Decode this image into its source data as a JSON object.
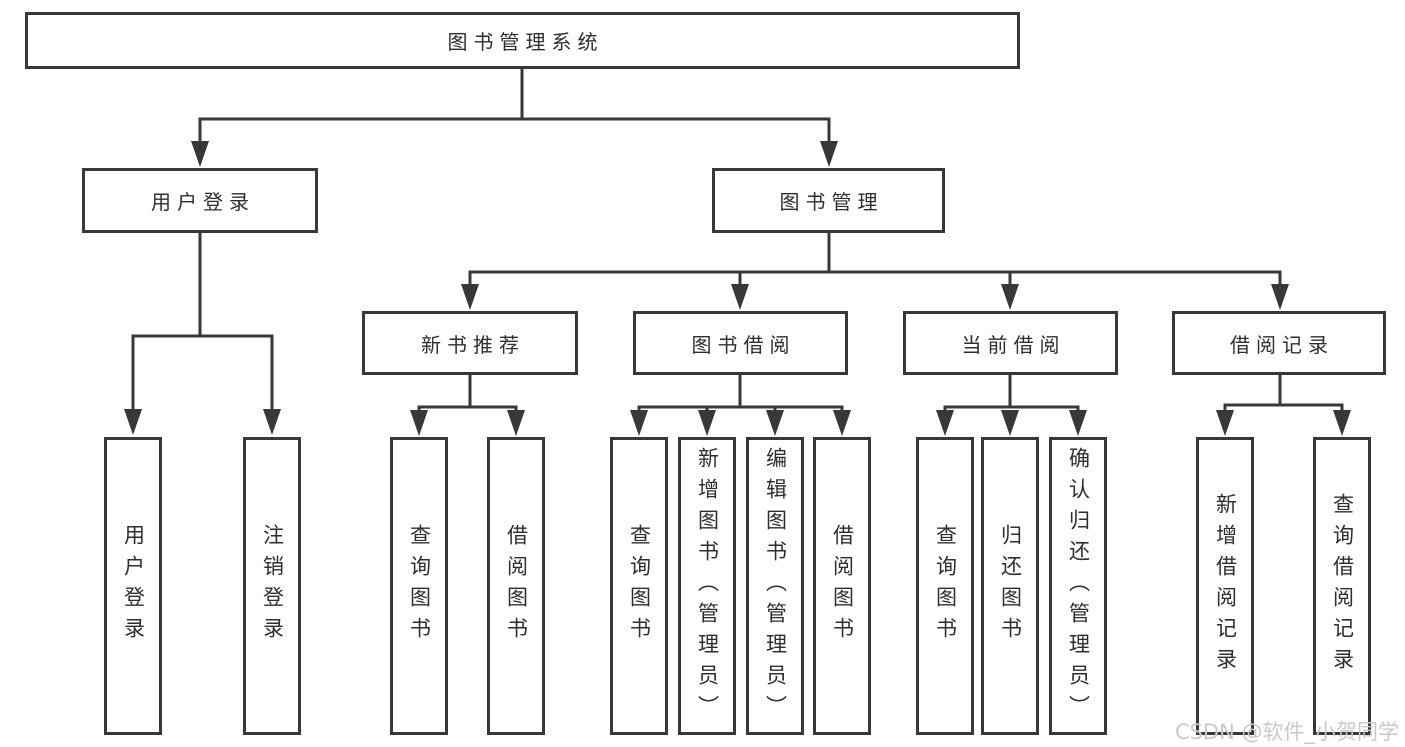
{
  "diagram": {
    "tree": {
      "label": "图书管理系统",
      "children": [
        {
          "label": "用户登录",
          "children": [
            {
              "label": "用户登录"
            },
            {
              "label": "注销登录"
            }
          ]
        },
        {
          "label": "图书管理",
          "children": [
            {
              "label": "新书推荐",
              "children": [
                {
                  "label": "查询图书"
                },
                {
                  "label": "借阅图书"
                }
              ]
            },
            {
              "label": "图书借阅",
              "children": [
                {
                  "label": "查询图书"
                },
                {
                  "label": "新增图书（管理员）"
                },
                {
                  "label": "编辑图书（管理员）"
                },
                {
                  "label": "借阅图书"
                }
              ]
            },
            {
              "label": "当前借阅",
              "children": [
                {
                  "label": "查询图书"
                },
                {
                  "label": "归还图书"
                },
                {
                  "label": "确认归还（管理员）"
                }
              ]
            },
            {
              "label": "借阅记录",
              "children": [
                {
                  "label": "新增借阅记录"
                },
                {
                  "label": "查询借阅记录"
                }
              ]
            }
          ]
        }
      ]
    },
    "watermark": "CSDN @软件_小贺同学",
    "colors": {
      "line": "#383838",
      "text": "#2e2e2e",
      "watermark": "#c9c9c9",
      "background": "#ffffff"
    }
  }
}
